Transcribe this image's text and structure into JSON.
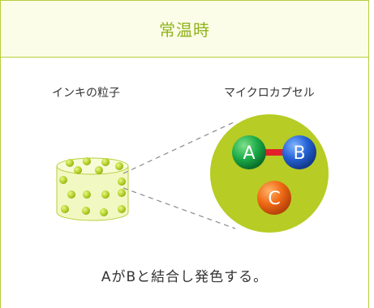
{
  "header": {
    "title": "常温時"
  },
  "labels": {
    "ink_particles": "インキの粒子",
    "microcapsule": "マイクロカプセル"
  },
  "capsule": {
    "a": "A",
    "b": "B",
    "c": "C"
  },
  "caption": "AがBと結合し発色する。",
  "colors": {
    "accent_green": "#b6cf3a",
    "title_green": "#8fb21b",
    "capsule_fill": "#b7cc24",
    "a_green": "#16a34a",
    "b_blue": "#1d5bc4",
    "c_orange": "#ea6a12",
    "bond_red": "#e3202a"
  }
}
